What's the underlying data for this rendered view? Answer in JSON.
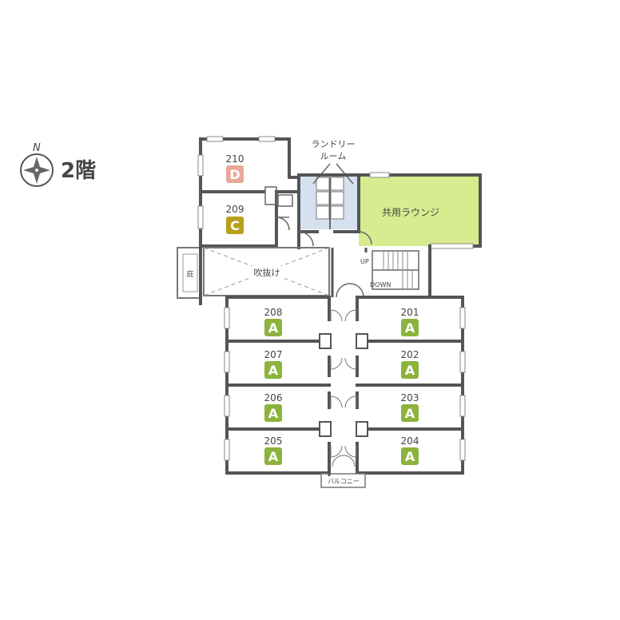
{
  "floor": {
    "label": "2階",
    "compass": "N"
  },
  "colors": {
    "badge_a": "#8cb33c",
    "badge_c": "#b7a01c",
    "badge_d": "#e8a898",
    "lounge": "#d7ec8f",
    "laundry": "#d5e1ee",
    "wall": "#555555"
  },
  "rooms": {
    "r210": {
      "number": "210",
      "type": "D"
    },
    "r209": {
      "number": "209",
      "type": "C"
    },
    "r208": {
      "number": "208",
      "type": "A"
    },
    "r207": {
      "number": "207",
      "type": "A"
    },
    "r206": {
      "number": "206",
      "type": "A"
    },
    "r205": {
      "number": "205",
      "type": "A"
    },
    "r201": {
      "number": "201",
      "type": "A"
    },
    "r202": {
      "number": "202",
      "type": "A"
    },
    "r203": {
      "number": "203",
      "type": "A"
    },
    "r204": {
      "number": "204",
      "type": "A"
    }
  },
  "labels": {
    "laundry_line1": "ランドリー",
    "laundry_line2": "ルーム",
    "lounge": "共用ラウンジ",
    "atrium": "吹抜け",
    "eaves": "庇",
    "stairs_up": "UP",
    "stairs_down": "DOWN",
    "balcony": "バルコニー"
  }
}
